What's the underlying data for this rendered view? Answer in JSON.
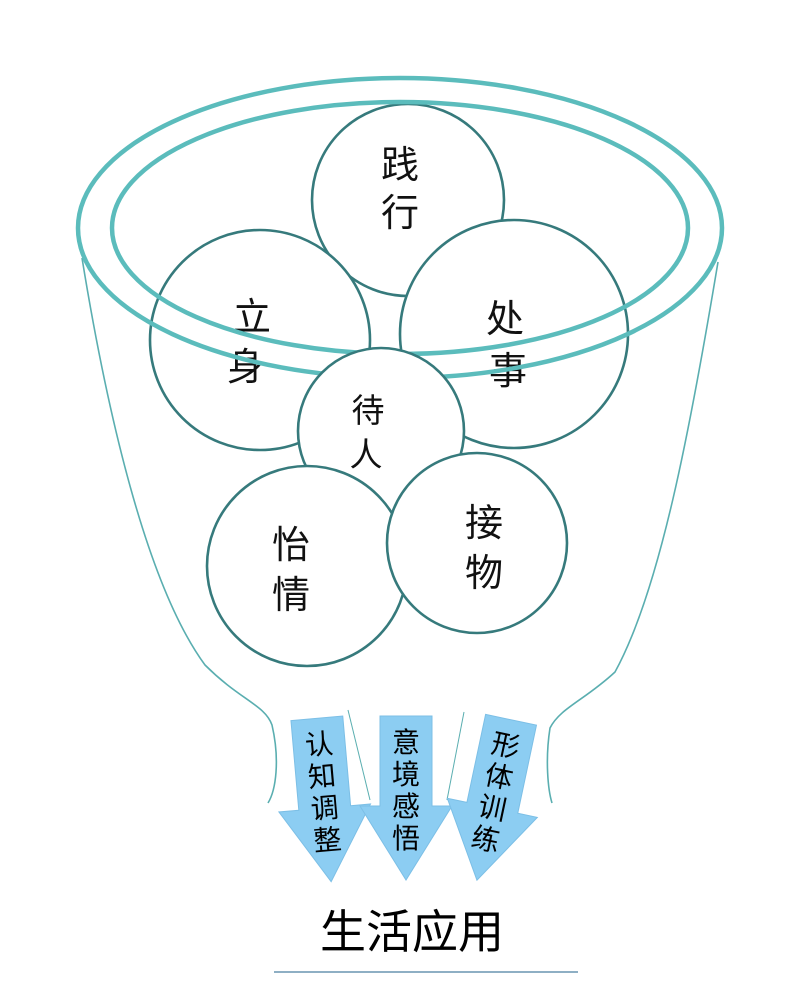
{
  "colors": {
    "rim": "#5bbcbc",
    "funnel": "#5aaeb0",
    "circle_stroke": "#367a7c",
    "arrow": "#8ccdf2",
    "arrow_stroke": "#7cbfe6",
    "underline": "#4a7fa0"
  },
  "circles": [
    {
      "id": "jianxing",
      "chars": [
        "践",
        "行"
      ]
    },
    {
      "id": "lishen",
      "chars": [
        "立",
        "身"
      ]
    },
    {
      "id": "chushi",
      "chars": [
        "处",
        "事"
      ]
    },
    {
      "id": "dairen",
      "chars": [
        "待",
        "人"
      ]
    },
    {
      "id": "yiqing",
      "chars": [
        "怡",
        "情"
      ]
    },
    {
      "id": "jiewu",
      "chars": [
        "接",
        "物"
      ]
    }
  ],
  "arrows": [
    {
      "id": "renzhi",
      "chars": [
        "认",
        "知",
        "调",
        "整"
      ]
    },
    {
      "id": "yijing",
      "chars": [
        "意",
        "境",
        "感",
        "悟"
      ]
    },
    {
      "id": "xingti",
      "chars": [
        "形",
        "体",
        "训",
        "练"
      ]
    }
  ],
  "output": {
    "label": "生活应用"
  }
}
